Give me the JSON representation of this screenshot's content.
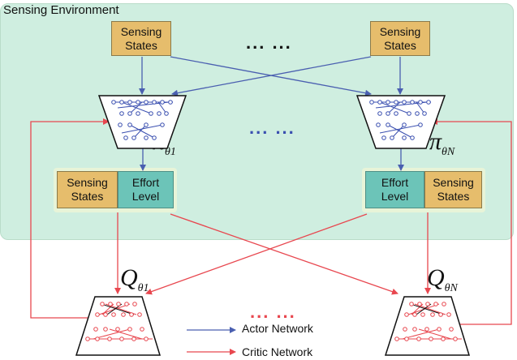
{
  "environment": {
    "title": "Sensing Environment"
  },
  "sensing_states_top_left": "Sensing\nStates",
  "sensing_states_top_right": "Sensing\nStates",
  "top_ellipsis": "... ...",
  "middle_ellipsis": "... ...",
  "bottom_ellipsis": "... ...",
  "actor_left": {
    "symbol": "π",
    "sub": "θ1"
  },
  "actor_right": {
    "symbol": "π",
    "sub": "θN"
  },
  "pair_left": {
    "states": "Sensing\nStates",
    "effort": "Effort\nLevel"
  },
  "pair_right": {
    "effort": "Effort\nLevel",
    "states": "Sensing\nStates"
  },
  "critic_left": {
    "symbol": "Q",
    "sub": "θ1"
  },
  "critic_right": {
    "symbol": "Q",
    "sub": "θN"
  },
  "legend": {
    "actor": "Actor Network",
    "critic": "Critic Network"
  },
  "colors": {
    "actor": "#4a5fb0",
    "critic": "#e8474f",
    "state": "#e6bd6c",
    "effort": "#6cc4b8",
    "env": "#cfeee0"
  }
}
